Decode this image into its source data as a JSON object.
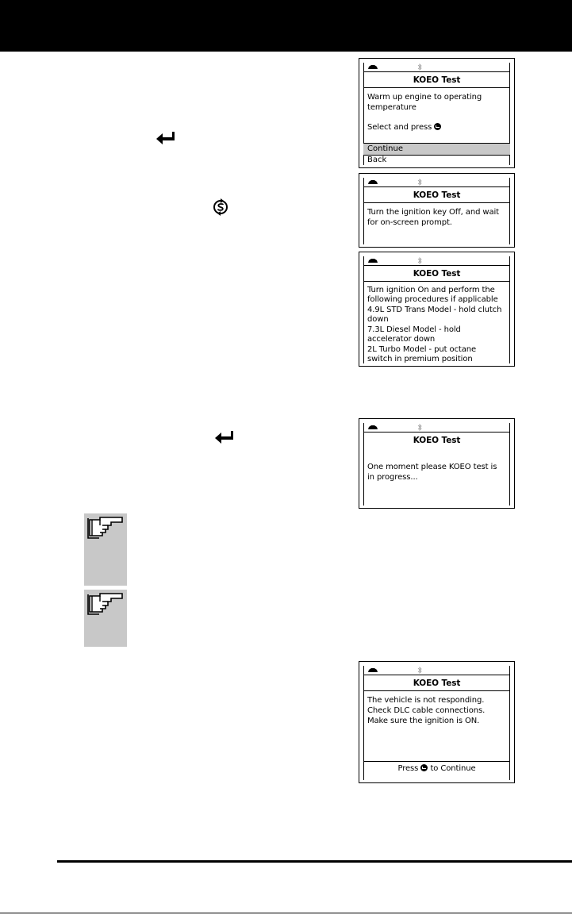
{
  "screens": [
    {
      "title": "KOEO Test",
      "lines": [
        "Warm up engine to operating",
        "temperature",
        "",
        "Select and press "
      ],
      "menu": [
        {
          "label": "Continue",
          "selected": true
        },
        {
          "label": "Back",
          "selected": false
        }
      ]
    },
    {
      "title": "KOEO Test",
      "lines": [
        "Turn the ignition key Off, and wait",
        "for on-screen prompt."
      ]
    },
    {
      "title": "KOEO Test",
      "lines": [
        "Turn ignition On and perform the",
        "following procedures if applicable",
        "4.9L STD Trans Model - hold clutch",
        "down",
        "7.3L Diesel Model - hold",
        "accelerator down",
        "2L Turbo Model - put octane",
        "switch in premium position"
      ]
    },
    {
      "title": "KOEO Test",
      "lines": [
        "One moment please KOEO test is",
        "in progress..."
      ]
    },
    {
      "title": "KOEO Test",
      "lines": [
        "The vehicle is not responding.",
        "Check DLC cable connections.",
        "Make sure the ignition is ON."
      ],
      "footer_before": "Press ",
      "footer_after": " to Continue"
    }
  ],
  "icons": {
    "enter": "enter-key-icon",
    "system": "system-menu-icon",
    "note": "pointing-hand-note-icon",
    "vehicle": "vehicle-icon",
    "bluetooth": "bluetooth-icon"
  },
  "colors": {
    "header": "#000000",
    "note_bg": "#c8c8c8",
    "selected_item": "#c8c8c8"
  }
}
